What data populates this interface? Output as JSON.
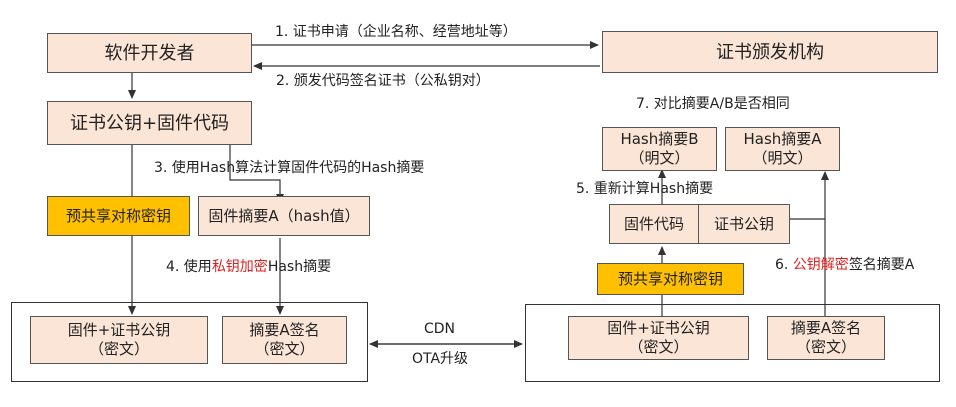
{
  "boxes": {
    "developer": "软件开发者",
    "ca": "证书颁发机构",
    "cert_fw": "证书公钥+固件代码",
    "preshared_left": "预共享对称密钥",
    "digest_a": "固件摘要A（hash值）",
    "enc_fw_left": "固件+证书公钥\n（密文）",
    "sig_left": "摘要A签名\n（密文）",
    "hash_b": "Hash摘要B\n（明文）",
    "hash_a": "Hash摘要A\n（明文）",
    "fw_code": "固件代码",
    "cert_pub": "证书公钥",
    "preshared_right": "预共享对称密钥",
    "enc_fw_right": "固件+证书公钥\n（密文）",
    "sig_right": "摘要A签名\n（密文）"
  },
  "labels": {
    "step1": "1. 证书申请（企业名称、经营地址等）",
    "step2": "2. 颁发代码签名证书（公私钥对）",
    "step3": "3. 使用Hash算法计算固件代码的Hash摘要",
    "step4_pre": "4. 使用",
    "step4_red": "私钥加密",
    "step4_post": "Hash摘要",
    "step5": "5. 重新计算Hash摘要",
    "step6_pre": "6. ",
    "step6_red": "公钥解密",
    "step6_post": "签名摘要A",
    "step7": "7. 对比摘要A/B是否相同",
    "cdn": "CDN",
    "ota": "OTA升级"
  },
  "colors": {
    "box_fill": "#fbe5d6",
    "key_fill": "#ffc000",
    "highlight": "#e02020",
    "line": "#333333"
  }
}
